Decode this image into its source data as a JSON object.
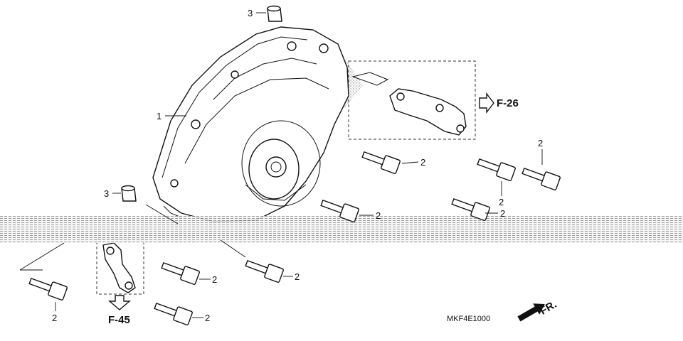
{
  "diagram": {
    "callouts": {
      "c3_top": "3",
      "c1": "1",
      "c3_left": "3",
      "c2_a": "2",
      "c2_b": "2",
      "c2_c": "2",
      "c2_d": "2",
      "c2_e": "2",
      "c2_f": "2",
      "c2_g": "2",
      "c2_h": "2",
      "c2_i": "2"
    },
    "refs": {
      "f26": "F-26",
      "f45": "F-45",
      "fr": "FR."
    },
    "code": "MKF4E1000",
    "colors": {
      "line": "#111111",
      "stipple": "#9a9a9a",
      "background": "#ffffff"
    }
  }
}
